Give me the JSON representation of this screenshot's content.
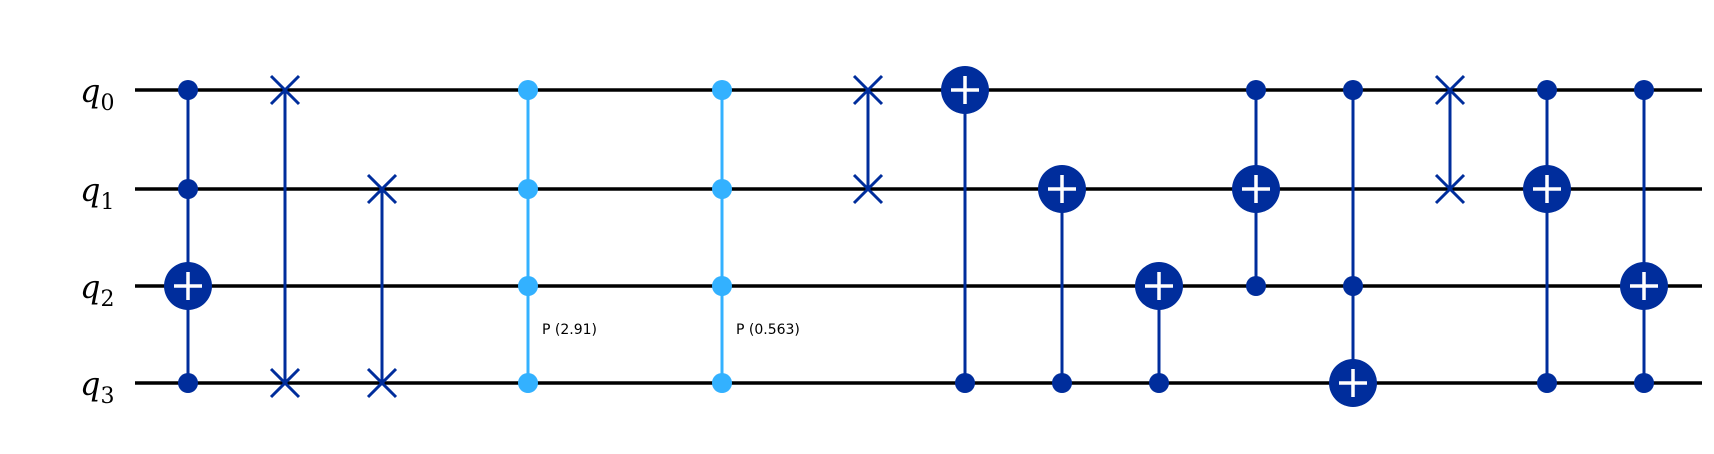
{
  "colors": {
    "wire": "#000000",
    "gate": "#002d9c",
    "phase": "#33b1ff",
    "background": "#ffffff"
  },
  "qubits": [
    {
      "base": "q",
      "index": "0"
    },
    {
      "base": "q",
      "index": "1"
    },
    {
      "base": "q",
      "index": "2"
    },
    {
      "base": "q",
      "index": "3"
    }
  ],
  "gates": [
    {
      "type": "cx",
      "controls": [
        0,
        1,
        3
      ],
      "target": 2
    },
    {
      "type": "swap",
      "qubits": [
        0,
        3
      ]
    },
    {
      "type": "swap",
      "qubits": [
        1,
        3
      ]
    },
    {
      "type": "mcphase",
      "qubits": [
        0,
        1,
        2,
        3
      ],
      "label": "P (2.91)"
    },
    {
      "type": "mcphase",
      "qubits": [
        0,
        1,
        2,
        3
      ],
      "label": "P (0.563)"
    },
    {
      "type": "swap",
      "qubits": [
        0,
        1
      ]
    },
    {
      "type": "cx",
      "controls": [
        3
      ],
      "target": 0
    },
    {
      "type": "cx",
      "controls": [
        3
      ],
      "target": 1
    },
    {
      "type": "cx",
      "controls": [
        3
      ],
      "target": 2
    },
    {
      "type": "cx",
      "controls": [
        0,
        2
      ],
      "target": 1
    },
    {
      "type": "cx",
      "controls": [
        0,
        2
      ],
      "target": 3
    },
    {
      "type": "swap",
      "qubits": [
        0,
        1
      ]
    },
    {
      "type": "cx",
      "controls": [
        0,
        3
      ],
      "target": 1
    },
    {
      "type": "cx",
      "controls": [
        0,
        3
      ],
      "target": 2
    }
  ]
}
